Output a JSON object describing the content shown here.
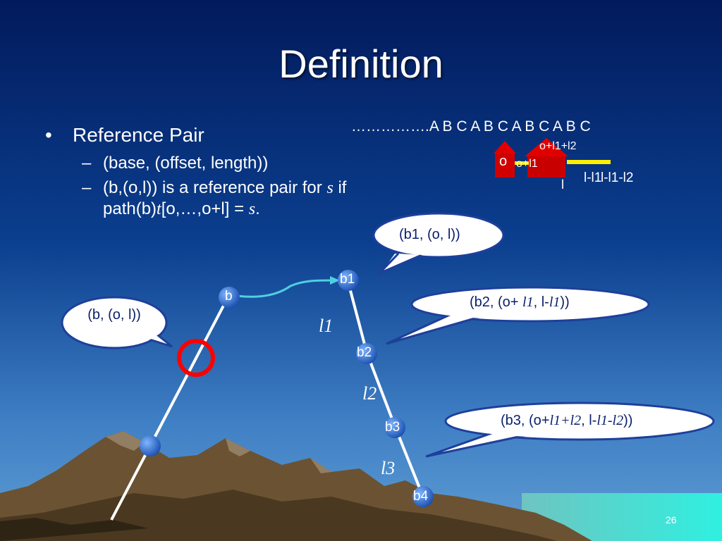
{
  "slide": {
    "title": "Definition",
    "bullet": "Reference Pair",
    "sub1": "(base, (offset, length))",
    "sub2_a": "(b,(o,l)) is a reference pair for ",
    "sub2_s": "s",
    "sub2_b": " if",
    "sub2_c": "path(b)",
    "sub2_t": "t",
    "sub2_d": "[o,…,o+l] = ",
    "sub2_s2": "s",
    "sub2_e": ".",
    "page_number": "26"
  },
  "sequence": {
    "text": "…………….A B C A B C A B C A B C",
    "o_label": "o",
    "o_l1_label": "o+l1",
    "o_l1_l2_label": "o+l1+l2",
    "l_label": "l",
    "l_l1_label": "l-l1",
    "l_l1_l2_label": "l-l1-l2"
  },
  "nodes": {
    "b": "b",
    "b1": "b1",
    "b2": "b2",
    "b3": "b3",
    "b4": "b4"
  },
  "edge_labels": {
    "l1": "l1",
    "l2": "l2",
    "l3": "l3"
  },
  "callouts": {
    "b_ref": "(b, (o, l))",
    "b1_ref": "(b1, (o, l))",
    "b2_a": "(b2, (o+ ",
    "b2_l1": "l1",
    "b2_b": ", l-",
    "b2_l1b": "l1",
    "b2_c": "))",
    "b3_a": "(b3, (o+",
    "b3_l1l2": "l1+l2",
    "b3_b": ", l-",
    "b3_l1l2b": "l1-l2",
    "b3_c": "))"
  },
  "colors": {
    "bg_top": "#021a5c",
    "bg_mid": "#0b3f8f",
    "bg_bottom": "#3f7fc4",
    "node": "#2a6fd0",
    "highlight_ring": "#ff0000",
    "arrow": "#4fd0e0",
    "house": "#e00000",
    "bar": "#ffee00",
    "callout_fill": "#ffffff",
    "callout_border": "#1e3f9a",
    "callout_text": "#0a1f6a"
  }
}
